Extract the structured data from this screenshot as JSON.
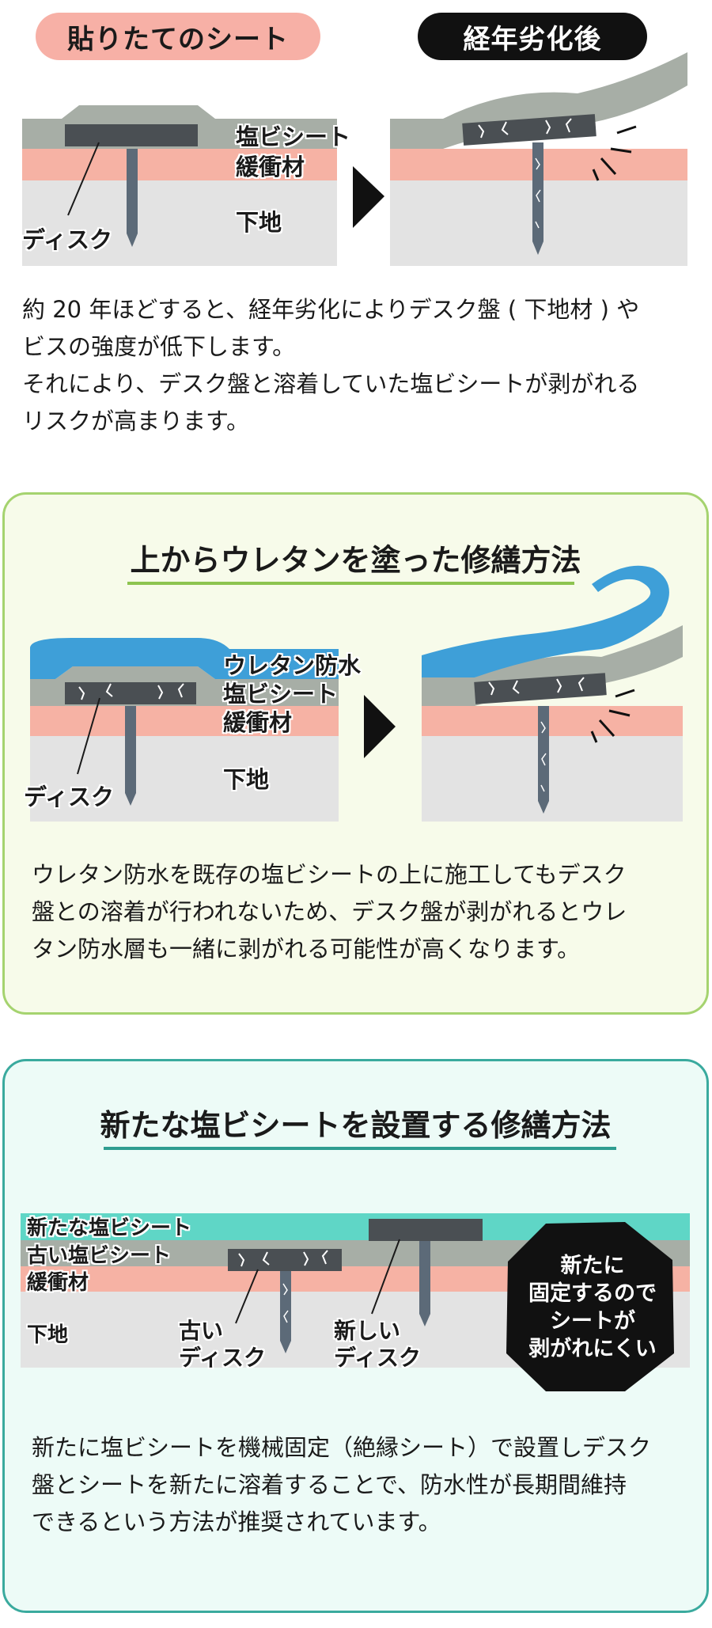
{
  "section1": {
    "before_label": "貼りたてのシート",
    "after_label": "経年劣化後",
    "layer_labels": {
      "sheet": "塩ビシート",
      "cushion": "緩衝材",
      "substrate": "下地",
      "disk": "ディスク"
    },
    "paragraph": [
      "約 20 年ほどすると、経年劣化によりデスク盤 ( 下地材 ) や",
      "ビスの強度が低下します。",
      "それにより、デスク盤と溶着していた塩ビシートが剥がれる",
      "リスクが高まります。"
    ]
  },
  "section2": {
    "title": "上からウレタンを塗った修繕方法",
    "layer_labels": {
      "urethane": "ウレタン防水",
      "sheet": "塩ビシート",
      "cushion": "緩衝材",
      "substrate": "下地",
      "disk": "ディスク"
    },
    "paragraph": [
      "ウレタン防水を既存の塩ビシートの上に施工してもデスク",
      "盤との溶着が行われないため、デスク盤が剥がれるとウレ",
      "タン防水層も一緒に剥がれる可能性が高くなります。"
    ]
  },
  "section3": {
    "title": "新たな塩ビシートを設置する修繕方法",
    "layer_labels": {
      "new_sheet": "新たな塩ビシート",
      "old_sheet": "古い塩ビシート",
      "cushion": "緩衝材",
      "substrate": "下地",
      "old_disk_1": "古い",
      "old_disk_2": "ディスク",
      "new_disk_1": "新しい",
      "new_disk_2": "ディスク"
    },
    "badge": [
      "新たに",
      "固定するので",
      "シートが",
      "剥がれにくい"
    ],
    "paragraph": [
      "新たに塩ビシートを機械固定（絶縁シート）で設置しデスク",
      "盤とシートを新たに溶着することで、防水性が長期間維持",
      "できるという方法が推奨されています。"
    ]
  },
  "colors": {
    "sheet_gray": "#a7aea6",
    "cushion_pink": "#f6b2a4",
    "substrate_gray": "#e3e3e3",
    "disk_dark": "#4a4f53",
    "screw": "#5c6a78",
    "urethane_blue": "#3e9fd8",
    "new_sheet_teal": "#5fd6c6",
    "pink_pill": "#f7b0a6",
    "box2_border": "#a5d36f",
    "box2_bg": "#f7fbea",
    "box3_border": "#3aaa9e",
    "box3_bg": "#edfbf7"
  }
}
